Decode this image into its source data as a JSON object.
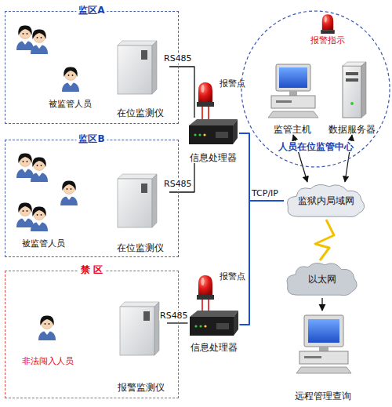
{
  "diagram": {
    "nodes": [
      {
        "text": [
          "监区A"
        ]
      },
      {
        "text": [
          "在位监测仪"
        ],
        "in": 0
      },
      {
        "text": [
          "信息处理器"
        ]
      },
      {
        "text": [
          "监区B"
        ]
      },
      {
        "text": [
          "在位监测仪"
        ],
        "in": 3
      },
      {
        "text": [
          "禁 区"
        ]
      },
      {
        "text": [
          "报警监测仪"
        ],
        "in": 5
      },
      {
        "text": [
          "信息处理器"
        ]
      },
      {
        "text": [
          "人员在位监管中心"
        ]
      },
      {
        "text": [
          "监管主机"
        ],
        "in": 8
      },
      {
        "text": [
          "数据服务器"
        ],
        "in": 8
      },
      {
        "text": [
          "监狱内局域网"
        ]
      },
      {
        "text": [
          "以太网"
        ]
      },
      {
        "text": [
          "远程管理查询"
        ]
      }
    ],
    "edges": [
      {
        "from": 1,
        "to": 2,
        "arrow": "none",
        "label": "RS485"
      },
      {
        "from": 4,
        "to": 2,
        "arrow": "none",
        "label": "RS485"
      },
      {
        "from": 6,
        "to": 7,
        "arrow": "none",
        "label": "RS485"
      },
      {
        "from": 2,
        "to": 11,
        "arrow": "none",
        "label": "TCP/IP"
      },
      {
        "from": 7,
        "to": 11,
        "arrow": "none"
      },
      {
        "from": 9,
        "to": 11,
        "arrow": "both"
      },
      {
        "from": 10,
        "to": 11,
        "arrow": "both"
      },
      {
        "from": 11,
        "to": 12,
        "arrow": "none"
      },
      {
        "from": 12,
        "to": 13,
        "arrow": "to"
      }
    ],
    "labels": [
      "被监管人员",
      "报警点",
      "被监管人员",
      "非法闯入人员",
      "报警点",
      "报警指示"
    ]
  }
}
